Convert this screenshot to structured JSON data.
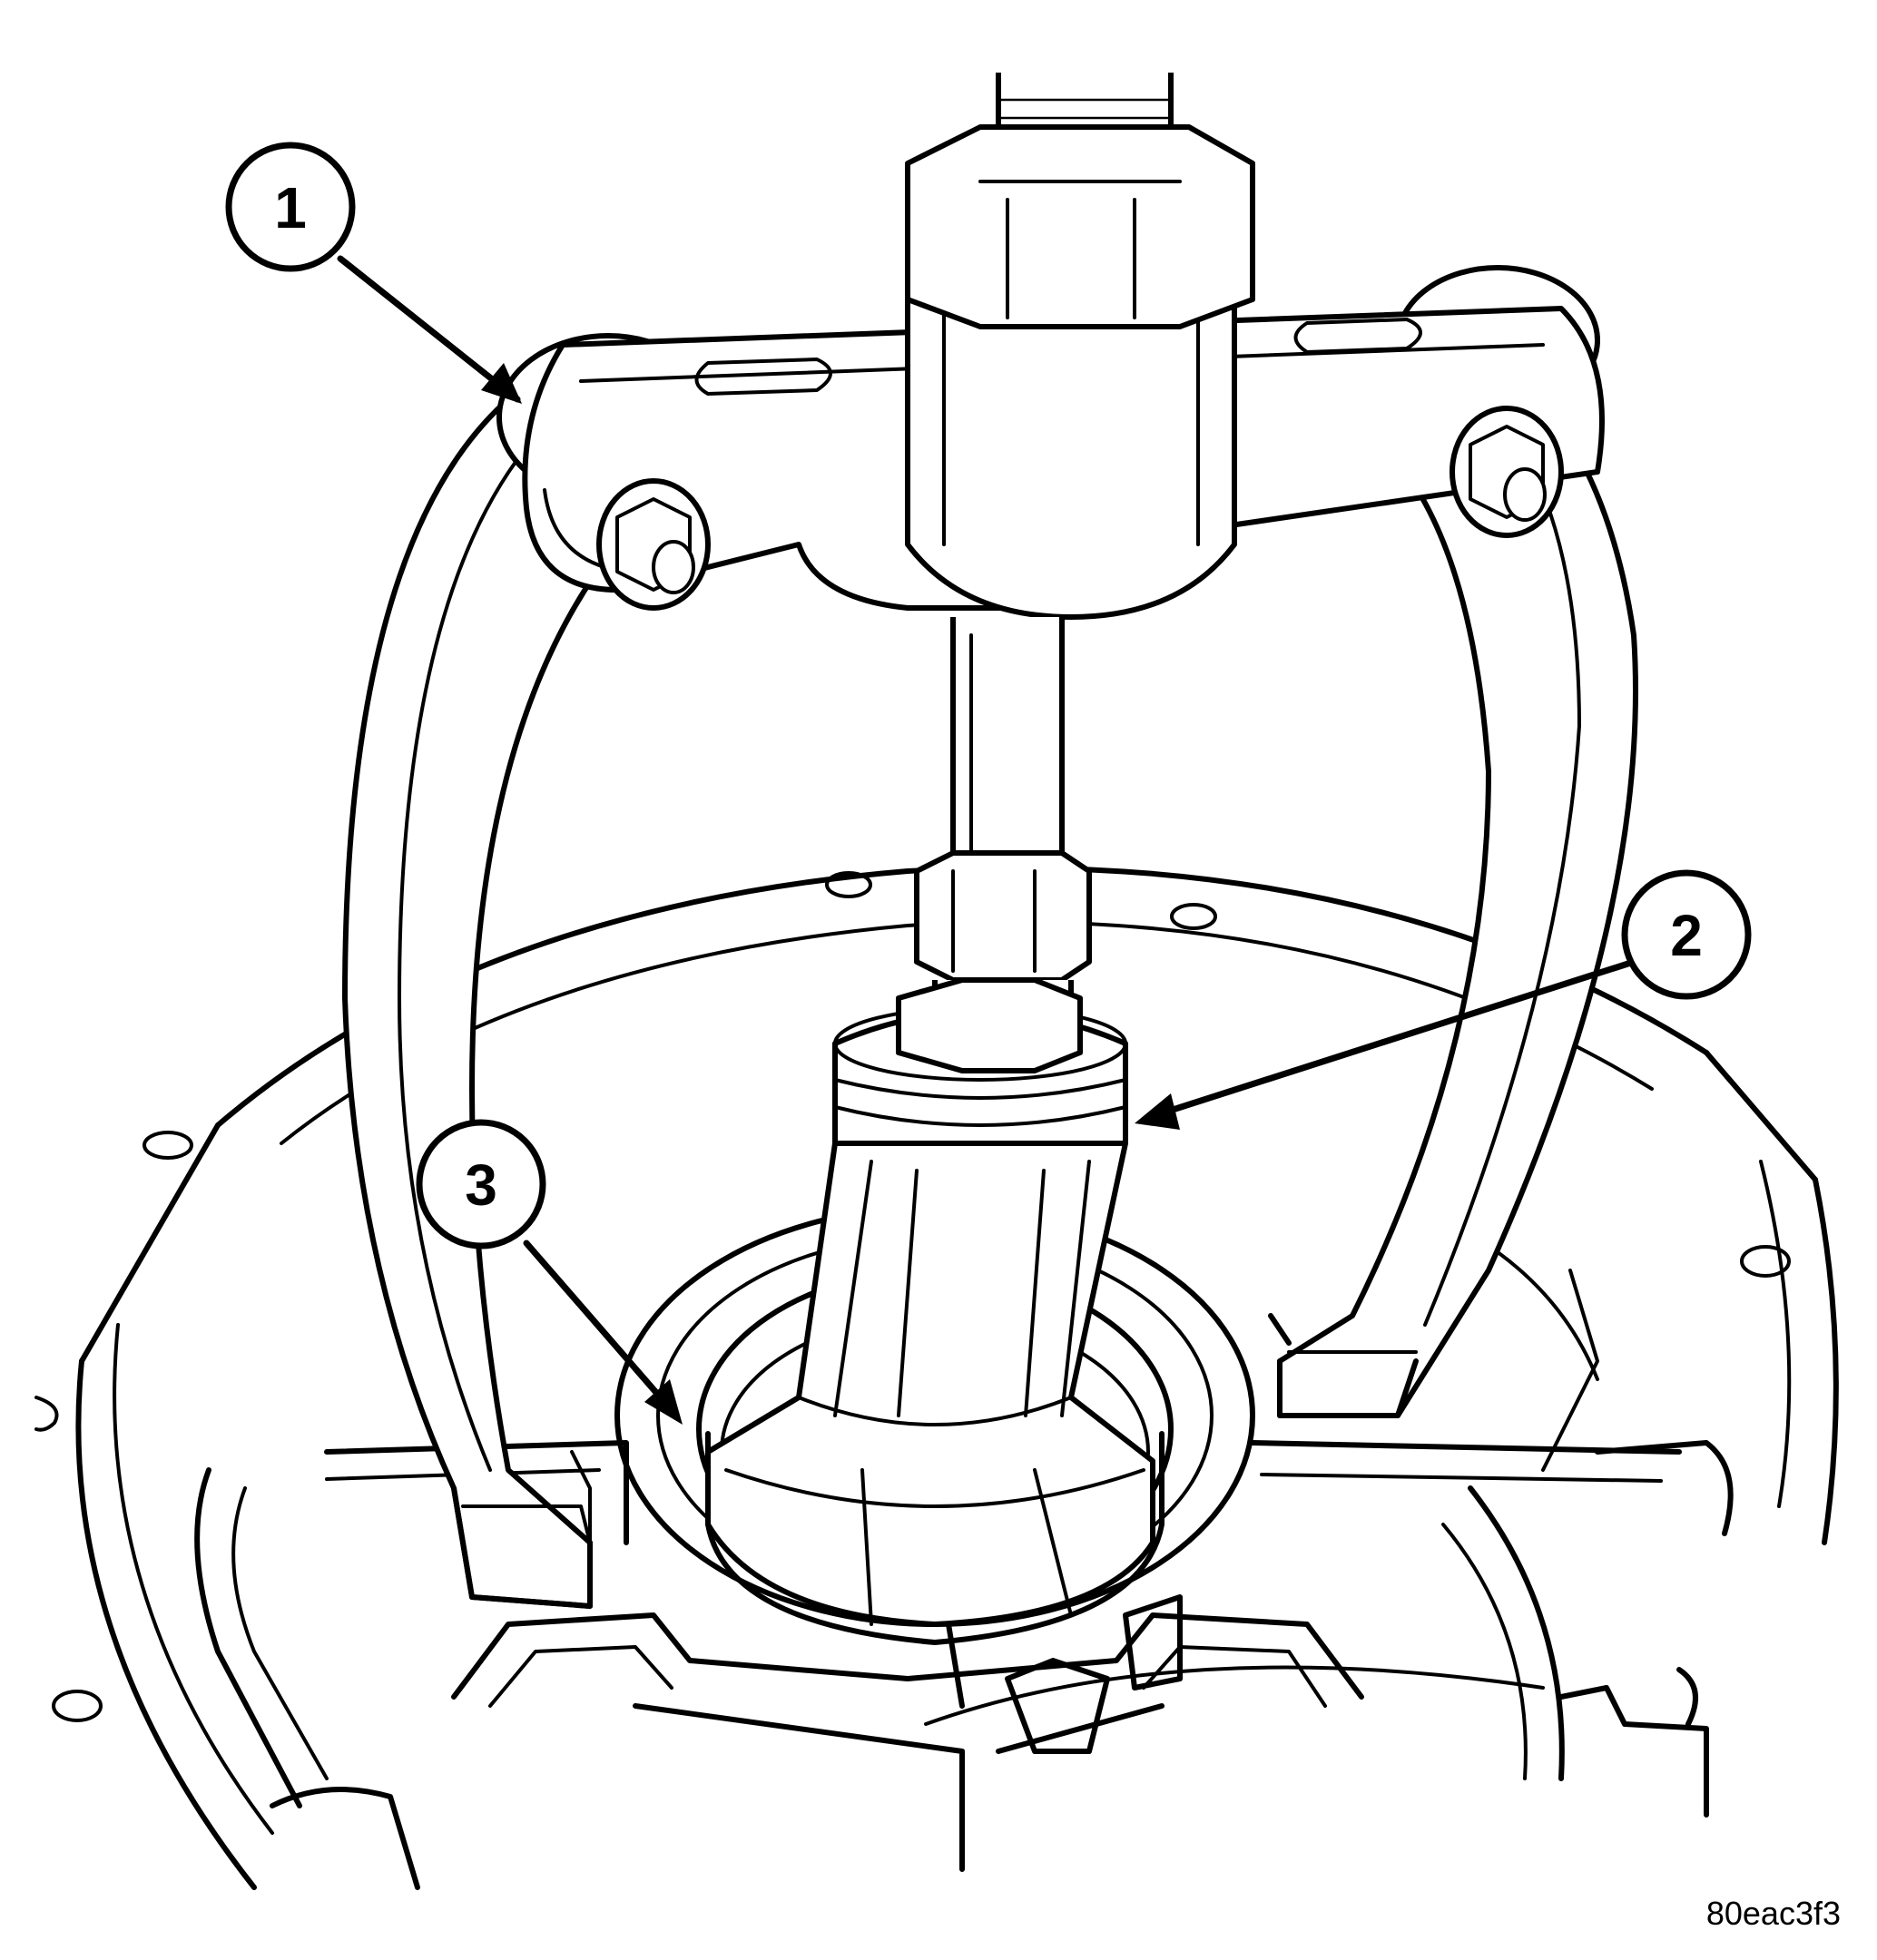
{
  "figure": {
    "id_label": "80eac3f3"
  },
  "callouts": [
    {
      "number": "1"
    },
    {
      "number": "2"
    },
    {
      "number": "3"
    }
  ],
  "colors": {
    "line": "#000000",
    "background": "#ffffff"
  }
}
